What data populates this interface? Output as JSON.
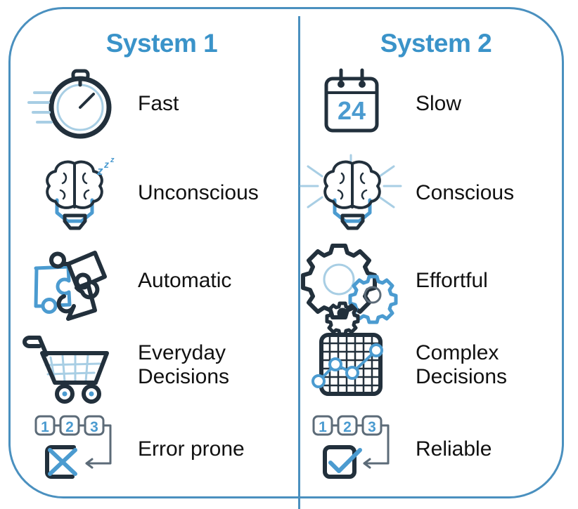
{
  "frame": {
    "border_color": "#4A90BF",
    "divider_color": "#4A90BF",
    "background": "#ffffff"
  },
  "columns": [
    {
      "id": "system-1",
      "title": "System 1"
    },
    {
      "id": "system-2",
      "title": "System 2"
    }
  ],
  "accent_colors": {
    "title_blue": "#3A93C9",
    "icon_blue": "#4B9BD0",
    "icon_dark": "#22303C",
    "icon_gray": "#5C6B78",
    "label_black": "#111111"
  },
  "rows": [
    {
      "left": {
        "icon": "stopwatch-icon",
        "label": "Fast"
      },
      "right": {
        "icon": "calendar-icon",
        "label": "Slow",
        "icon_text": "24"
      }
    },
    {
      "left": {
        "icon": "brain-bulb-sleeping-icon",
        "label": "Unconscious",
        "icon_text": "zzz"
      },
      "right": {
        "icon": "brain-bulb-radiating-icon",
        "label": "Conscious"
      }
    },
    {
      "left": {
        "icon": "puzzle-pieces-icon",
        "label": "Automatic"
      },
      "right": {
        "icon": "gears-icon",
        "label": "Effortful"
      }
    },
    {
      "left": {
        "icon": "shopping-cart-icon",
        "label": "Everyday\nDecisions"
      },
      "right": {
        "icon": "grid-line-chart-icon",
        "label": "Complex\nDecisions"
      }
    },
    {
      "left": {
        "icon": "steps-error-icon",
        "label": "Error prone",
        "steps": [
          "1",
          "2",
          "3"
        ]
      },
      "right": {
        "icon": "steps-checkmark-icon",
        "label": "Reliable",
        "steps": [
          "1",
          "2",
          "3"
        ]
      }
    }
  ]
}
